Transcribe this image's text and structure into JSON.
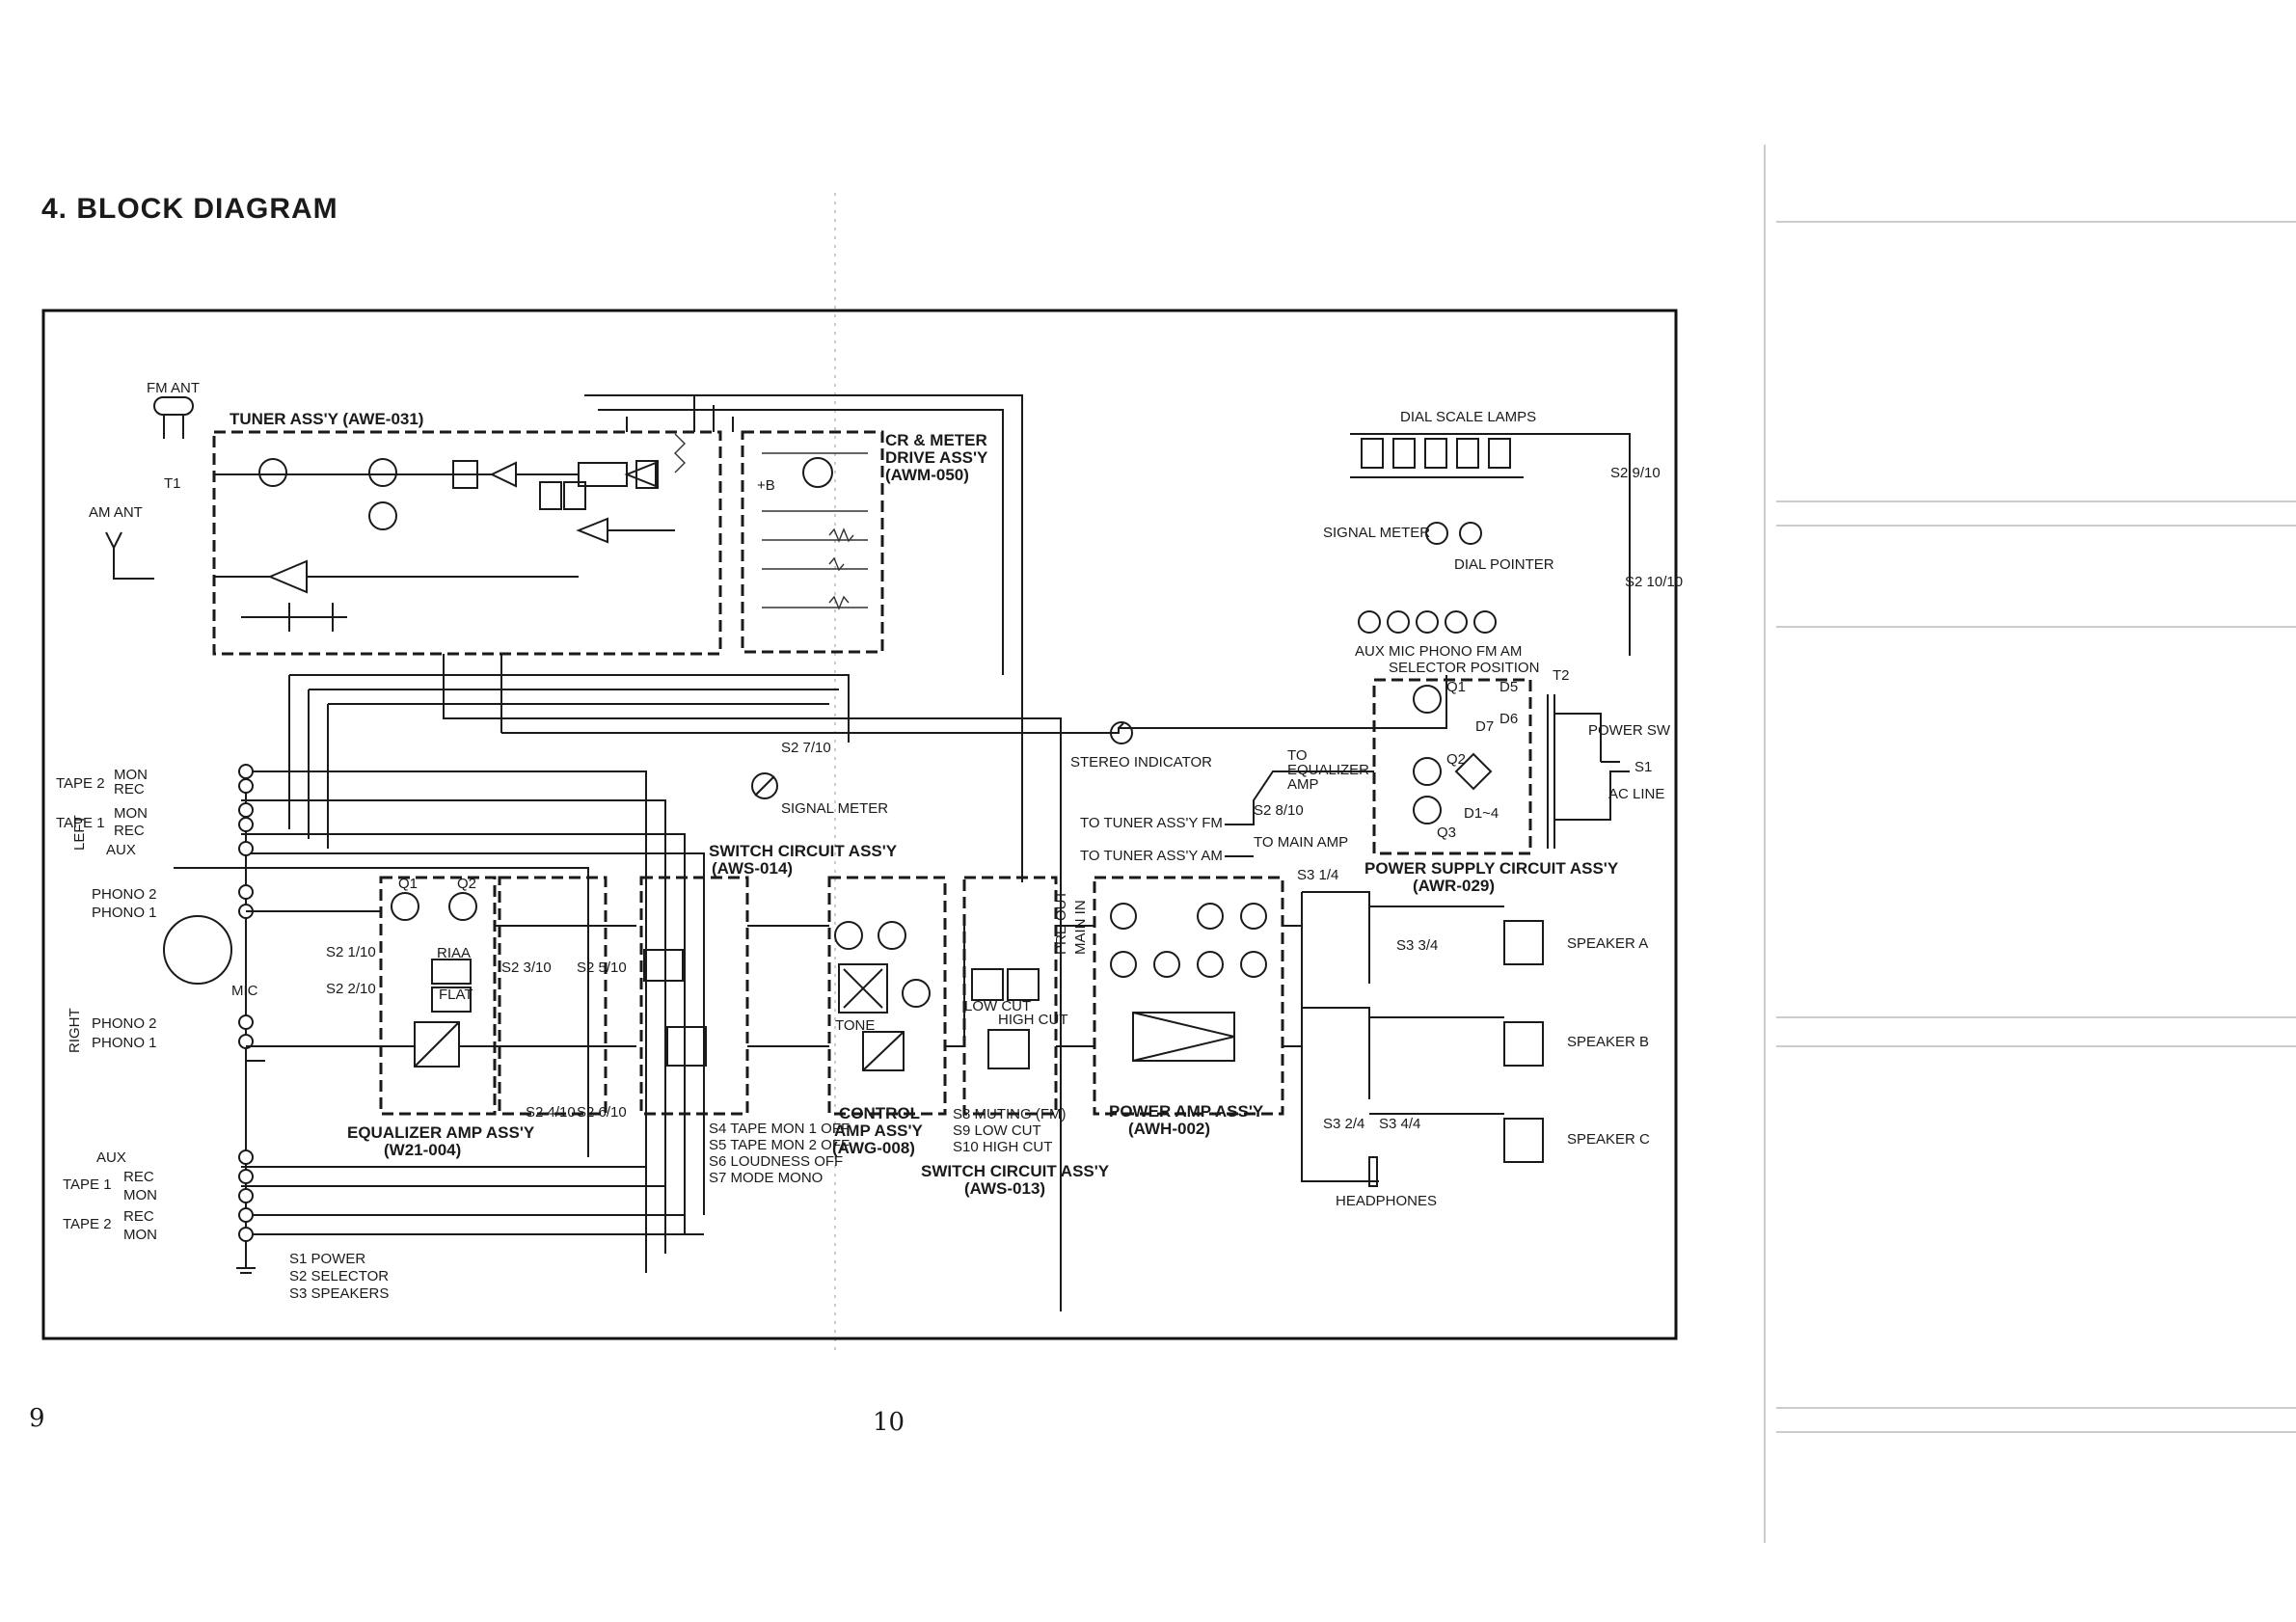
{
  "title": "4. BLOCK DIAGRAM",
  "page_numbers": {
    "left": "9",
    "center": "10"
  },
  "blocks": {
    "tuner": "TUNER ASS'Y (AWE-031)",
    "cr_meter_line1": "CR & METER",
    "cr_meter_line2": "DRIVE ASS'Y",
    "cr_meter_line3": "(AWM-050)",
    "switch_014_line1": "SWITCH CIRCUIT ASS'Y",
    "switch_014_line2": "(AWS-014)",
    "equalizer_line1": "EQUALIZER AMP ASS'Y",
    "equalizer_line2": "(W21-004)",
    "control_line1": "CONTROL",
    "control_line2": "AMP ASS'Y",
    "control_line3": "(AWG-008)",
    "switch_013_line1": "SWITCH CIRCUIT ASS'Y",
    "switch_013_line2": "(AWS-013)",
    "power_amp_line1": "POWER AMP ASS'Y",
    "power_amp_line2": "(AWH-002)",
    "power_supply_line1": "POWER SUPPLY CIRCUIT ASS'Y",
    "power_supply_line2": "(AWR-029)"
  },
  "labels": {
    "fm_ant": "FM ANT",
    "am_ant": "AM ANT",
    "t1": "T1",
    "b_plus": "+B",
    "dial_scale_lamps": "DIAL SCALE LAMPS",
    "signal_meter_top": "SIGNAL METER",
    "dial_pointer": "DIAL POINTER",
    "selector_positions": "AUX MIC PHONO FM AM",
    "selector_position": "SELECTOR POSITION",
    "s2_9_10": "S2 9/10",
    "s2_10_10": "S2 10/10",
    "t2": "T2",
    "power_sw": "POWER SW",
    "s1": "S1",
    "ac_line": "AC LINE",
    "q1": "Q1",
    "q2": "Q2",
    "q3": "Q3",
    "d5": "D5",
    "d6": "D6",
    "d7": "D7",
    "d1_4": "D1~4",
    "stereo_indicator": "STEREO INDICATOR",
    "to_equalizer_amp_1": "TO",
    "to_equalizer_amp_2": "EQUALIZER",
    "to_equalizer_amp_3": "AMP",
    "to_tuner_fm": "TO TUNER ASS'Y FM",
    "to_tuner_am": "TO TUNER ASS'Y AM",
    "to_main_amp": "TO MAIN AMP",
    "s2_8_10": "S2 8/10",
    "s2_7_10": "S2 7/10",
    "signal_meter_bottom": "SIGNAL METER",
    "tape2": "TAPE 2",
    "tape1": "TAPE 1",
    "mon": "MON",
    "rec": "REC",
    "aux": "AUX",
    "phono2": "PHONO 2",
    "phono1": "PHONO 1",
    "left": "LEFT",
    "right": "RIGHT",
    "mic": "MIC",
    "riaa": "RIAA",
    "flat": "FLAT",
    "tone": "TONE",
    "low_cut": "LOW CUT",
    "high_cut": "HIGH CUT",
    "pre_out": "PRE OUT",
    "main_in": "MAIN IN",
    "s2_1_10": "S2 1/10",
    "s2_2_10": "S2 2/10",
    "s2_3_10": "S2 3/10",
    "s2_4_10": "S2 4/10",
    "s2_5_10": "S2 5/10",
    "s2_6_10": "S2 6/10",
    "s3_1_4": "S3 1/4",
    "s3_2_4": "S3 2/4",
    "s3_3_4": "S3 3/4",
    "s3_4_4": "S3 4/4",
    "speaker_a": "SPEAKER A",
    "speaker_b": "SPEAKER B",
    "speaker_c": "SPEAKER C",
    "headphones": "HEADPHONES"
  },
  "switch_legend_014": [
    "S4 TAPE MON 1 OFF",
    "S5 TAPE MON 2 OFF",
    "S6 LOUDNESS OFF",
    "S7 MODE MONO"
  ],
  "switch_legend_013": [
    "S8 MUTING (FM)",
    "S9 LOW CUT",
    "S10 HIGH CUT"
  ],
  "switch_legend_main": [
    "S1 POWER",
    "S2 SELECTOR",
    "S3 SPEAKERS"
  ]
}
